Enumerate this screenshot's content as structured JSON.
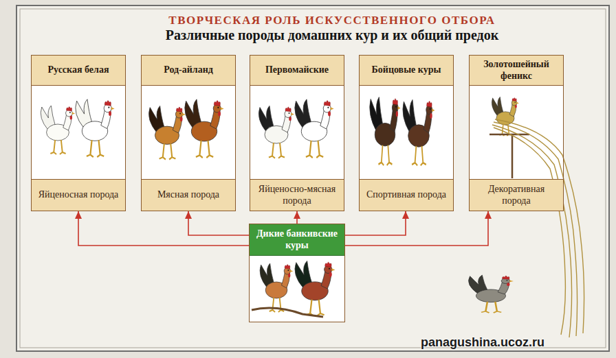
{
  "diagram": {
    "title": "ТВОРЧЕСКАЯ РОЛЬ ИСКУССТВЕННОГО ОТБОРА",
    "nodes": [
      {
        "text": [
          "Русская белая",
          "Яйценосная порода"
        ]
      },
      {
        "text": [
          "Род-айланд",
          "Мясная порода"
        ]
      },
      {
        "text": [
          "Первомайские",
          "Яйценосно-мясная порода"
        ]
      },
      {
        "text": [
          "Бойцовые куры",
          "Спортивная порода"
        ]
      },
      {
        "text": [
          "Золотошейный феникс",
          "Декоративная порода"
        ]
      },
      {
        "text": [
          "Дикие банкивские куры"
        ]
      }
    ],
    "edges": [
      {
        "from": 5,
        "to": 0,
        "arrow": "to"
      },
      {
        "from": 5,
        "to": 1,
        "arrow": "to"
      },
      {
        "from": 5,
        "to": 2,
        "arrow": "to"
      },
      {
        "from": 5,
        "to": 3,
        "arrow": "to"
      },
      {
        "from": 5,
        "to": 4,
        "arrow": "to"
      }
    ],
    "labels": [
      "Различные породы домашних кур и их общий предок",
      "panagushina.ucoz.ru"
    ]
  }
}
